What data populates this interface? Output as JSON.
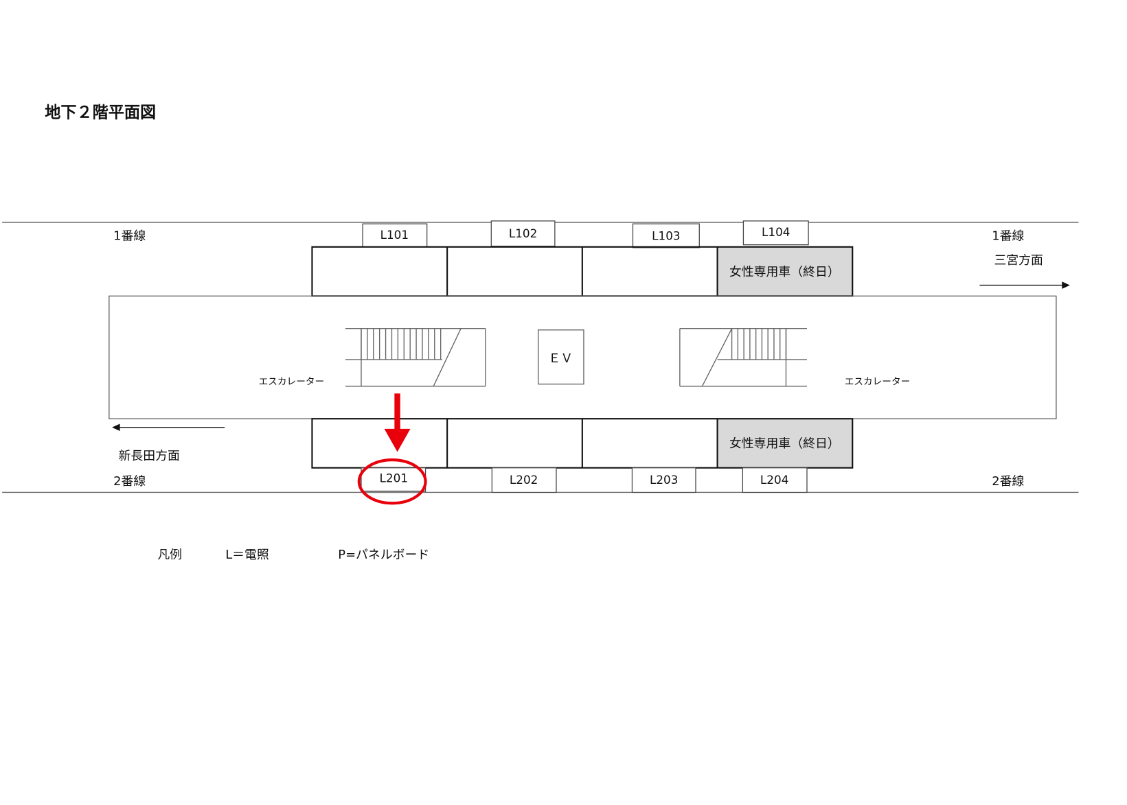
{
  "title": "地下２階平面図",
  "track1": {
    "label_left": "1番線",
    "label_right": "1番線",
    "direction": "三宮方面"
  },
  "track2": {
    "label_left": "2番線",
    "label_right": "2番線",
    "direction": "新長田方面"
  },
  "lights_top": [
    "L101",
    "L102",
    "L103",
    "L104"
  ],
  "lights_bottom": [
    "L201",
    "L202",
    "L203",
    "L204"
  ],
  "women_only_car": "女性専用車（終日）",
  "escalator_label": "エスカレーター",
  "elevator_label": "ＥＶ",
  "highlighted_light": "L201",
  "legend": {
    "title": "凡例",
    "l": "L＝電照",
    "p": "P=パネルボード"
  },
  "colors": {
    "highlight": "#e8000b",
    "women_car_fill": "#d9d9d9"
  }
}
